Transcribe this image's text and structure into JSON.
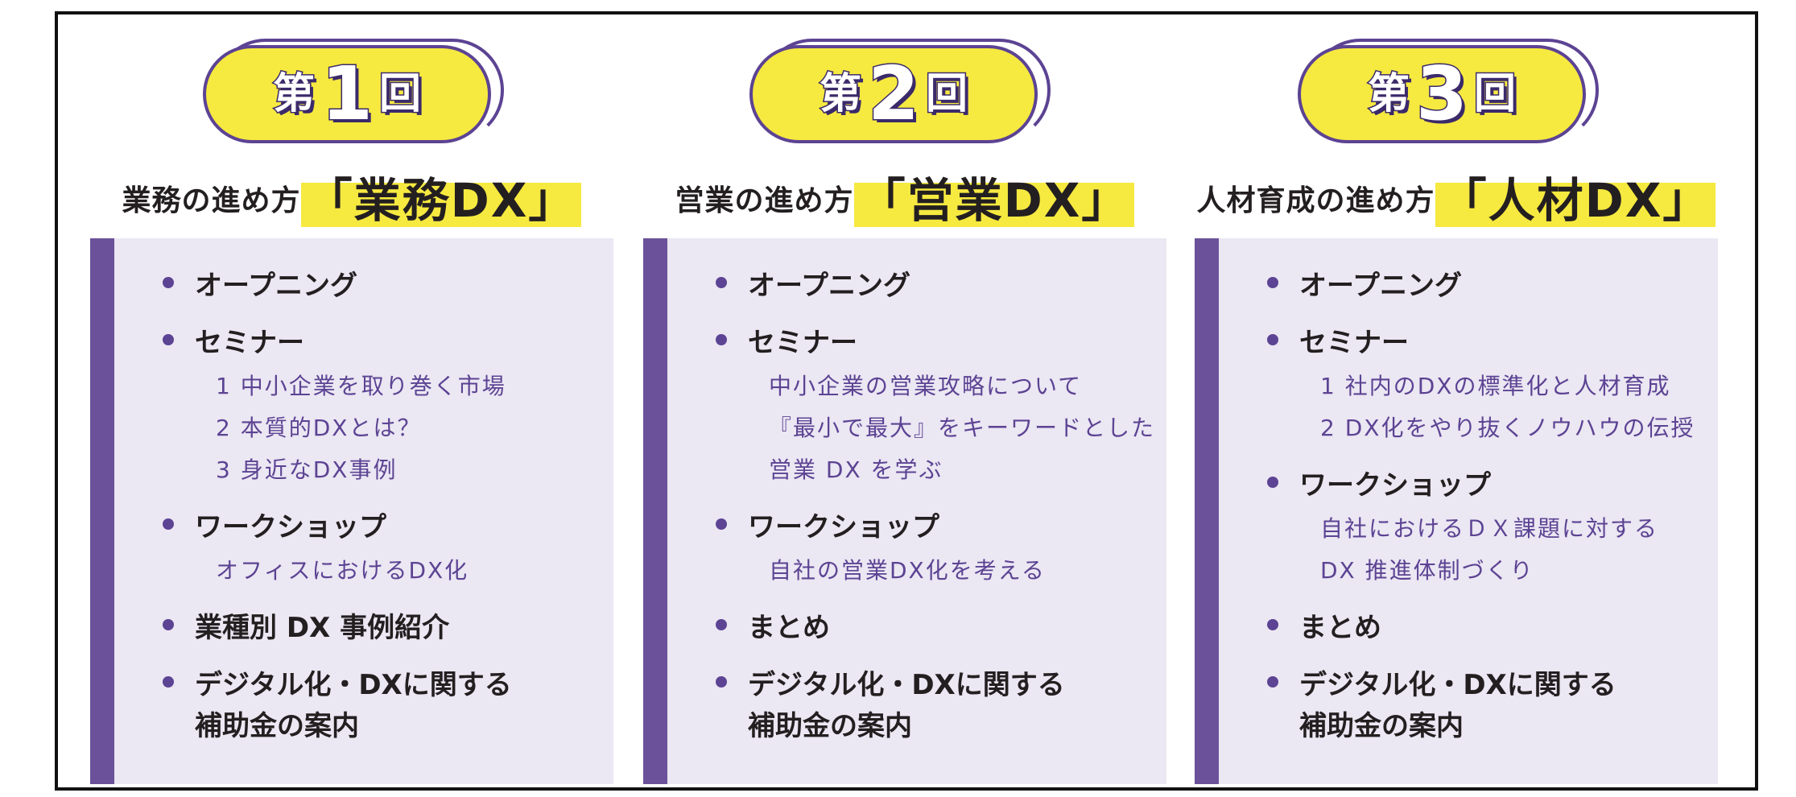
{
  "sessions": [
    {
      "badge": {
        "prefix": "第",
        "number": "1",
        "suffix": "回"
      },
      "title_lead": "業務の進め方",
      "title_highlight": "「業務DX」",
      "items": [
        {
          "label": "オープニング",
          "sub": []
        },
        {
          "label": "セミナー",
          "sub": [
            "1 中小企業を取り巻く市場",
            "2 本質的DXとは？",
            "3 身近なDX事例"
          ]
        },
        {
          "label": "ワークショップ",
          "sub": [
            "オフィスにおけるDX化"
          ]
        },
        {
          "label": "業種別 DX 事例紹介",
          "sub": []
        },
        {
          "label": "デジタル化・DXに関する\n補助金の案内",
          "sub": []
        }
      ]
    },
    {
      "badge": {
        "prefix": "第",
        "number": "2",
        "suffix": "回"
      },
      "title_lead": "営業の進め方",
      "title_highlight": "「営業DX」",
      "items": [
        {
          "label": "オープニング",
          "sub": []
        },
        {
          "label": "セミナー",
          "sub": [
            "中小企業の営業攻略について",
            "『最小で最大』をキーワードとした",
            "営業 DX を学ぶ"
          ]
        },
        {
          "label": "ワークショップ",
          "sub": [
            "自社の営業DX化を考える"
          ]
        },
        {
          "label": "まとめ",
          "sub": []
        },
        {
          "label": "デジタル化・DXに関する\n補助金の案内",
          "sub": []
        }
      ]
    },
    {
      "badge": {
        "prefix": "第",
        "number": "3",
        "suffix": "回"
      },
      "title_lead": "人材育成の進め方",
      "title_highlight": "「人材DX」",
      "items": [
        {
          "label": "オープニング",
          "sub": []
        },
        {
          "label": "セミナー",
          "sub": [
            "1 社内のDXの標準化と人材育成",
            "2 DX化をやり抜くノウハウの伝授"
          ]
        },
        {
          "label": "ワークショップ",
          "sub": [
            "自社におけるＤＸ課題に対する",
            "DX 推進体制づくり"
          ]
        },
        {
          "label": "まとめ",
          "sub": []
        },
        {
          "label": "デジタル化・DXに関する\n補助金の案内",
          "sub": []
        }
      ]
    }
  ],
  "colors": {
    "accent_purple": "#6b519a",
    "panel_bg": "#ebe7f3",
    "highlight_yellow": "#f6e940",
    "subtext": "#5c4393"
  }
}
